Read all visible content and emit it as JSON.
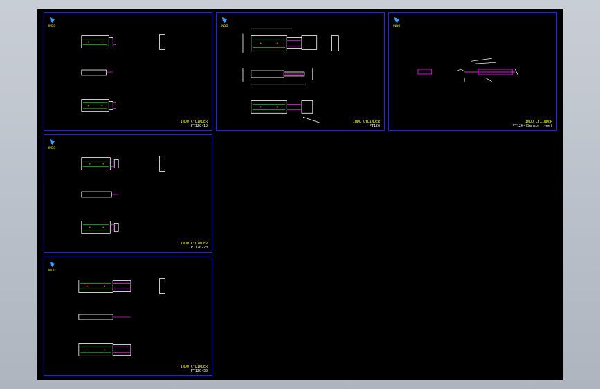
{
  "window": {
    "title": "",
    "background": "#000000",
    "frame_color": "#2020ff"
  },
  "colors": {
    "line": "#ffffff",
    "accent": "#ff00ff",
    "green": "#00ff00",
    "red": "#ff3030",
    "title": "#ffff00"
  },
  "sheets": [
    {
      "id": "sheet-1",
      "company": "INDO CYLINDER",
      "model": "PT120-10"
    },
    {
      "id": "sheet-2",
      "company": "INDO CYLINDER",
      "model": "PT120"
    },
    {
      "id": "sheet-3",
      "company": "INDO CYLINDER",
      "model": "PT120-(Sensor type)"
    },
    {
      "id": "sheet-4",
      "company": "INDO CYLINDER",
      "model": "PT120-20"
    },
    {
      "id": "sheet-5",
      "company": "INDO CYLINDER",
      "model": "PT120-30"
    }
  ],
  "logo": {
    "icon": "company-logo-icon",
    "text": "INDO"
  }
}
